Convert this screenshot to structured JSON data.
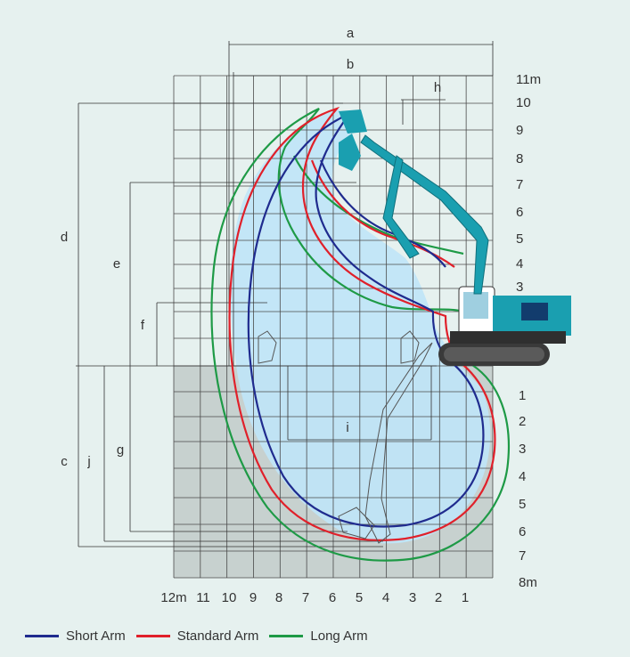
{
  "colors": {
    "background": "#e6f1ef",
    "grid_line": "#4a4a4a",
    "below_ground": "#c7d1cf",
    "reach_fill": "#bfe4f7",
    "short_arm": "#1f2b8e",
    "standard_arm": "#e0202a",
    "long_arm": "#1e9a46",
    "machine": "#1a9fb0"
  },
  "dimension_labels": [
    "a",
    "b",
    "c",
    "d",
    "e",
    "f",
    "g",
    "h",
    "i",
    "j"
  ],
  "right_axis_above": [
    "11m",
    "10",
    "9",
    "8",
    "7",
    "6",
    "5",
    "4",
    "3"
  ],
  "right_axis_below": [
    "1",
    "2",
    "3",
    "4",
    "5",
    "6",
    "7",
    "8m"
  ],
  "bottom_axis": [
    "12m",
    "11",
    "10",
    "9",
    "8",
    "7",
    "6",
    "5",
    "4",
    "3",
    "2",
    "1"
  ],
  "legend": [
    {
      "label": "Short Arm",
      "color": "#1f2b8e"
    },
    {
      "label": "Standard Arm",
      "color": "#e0202a"
    },
    {
      "label": "Long Arm",
      "color": "#1e9a46"
    }
  ]
}
